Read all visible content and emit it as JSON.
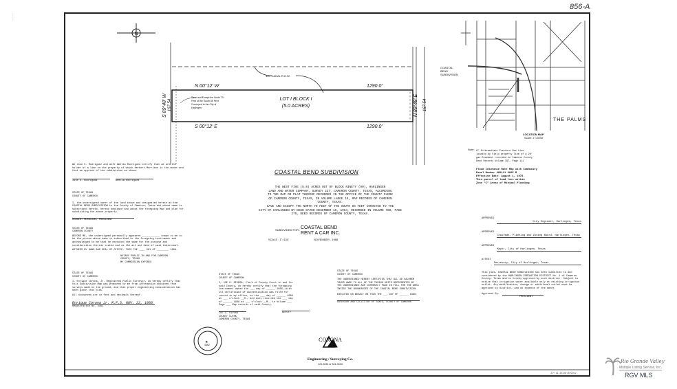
{
  "header": {
    "sheet_number": "856-A"
  },
  "plat": {
    "north_bearing": "N 00°12' W",
    "south_bearing": "S 00°12' E",
    "north_distance": "1290.0'",
    "south_distance": "1290.0'",
    "west_bearing": "S 89°48' W",
    "west_distance": "167.54",
    "east_bearing": "N 89°48' E",
    "east_distance": "167.54",
    "lot_label": "LOT I   BLOCK I",
    "acres": "(5.0 ACRES)",
    "canal_label": "120' CANAL R.O.W.",
    "save_except_note": "Save and Except the North 70 Feet of the South 85 Feet Conveyed to the City of Harlingen"
  },
  "subdivision": {
    "title": "COASTAL BEND SUBDIVISION",
    "description": [
      "THE WEST FIVE (5.0) ACRES OUT OF BLOCK NINETY (90), HARLINGEN",
      "LAND AND WATER COMPANY, SURVEY 227, CAMERON COUNTY, TEXAS, ACCORDING",
      "TO THE MAP OR PLAT THEREOF RECORDED IN THE OFFICE OF THE COUNTY CLERK",
      "OF CAMERON COUNTY, TEXAS, IN VOLUME LARGE 15, MAP RECORDS OF CAMERON",
      "COUNTY, TEXAS.",
      "SAVE AND EXCEPT THE NORTH 70 FEET OF THE SOUTH 85 FEET CONVEYED TO THE",
      "CITY OF HARLINGEN BY DEED DATED DECEMBER 16, 1964, RECORDED IN VOLUME 780, PAGE",
      "275, DEED RECORDS OF CAMERON COUNTY, TEXAS."
    ],
    "subdivided_for_label": "SUBDIVIDED FOR :",
    "subdivided_for": "COASTAL BEND",
    "subdivided_for_2": "RENT A CAR INC.",
    "scale": "SCALE : 1\"=100'",
    "date": "NOVEMBER , 1988"
  },
  "location_map": {
    "title": "LOCATION MAP",
    "scale": "Scale: 1\"=2000'",
    "pointer_label": "COASTAL BEND SUBDIVISION",
    "place_label": "THE PALMS"
  },
  "notes": {
    "label": "Note:",
    "gas_line": "8\" Intermediate Pressure Gas Line located by Field property line of a 20' gas Easement recorded in Cameron County Deed Records Volume 397, Page 111",
    "flood": [
      "Flood Insurance Rate Map with Community",
      "Panel Number 480111 0005 B",
      "Effective Date: August 1, 1978",
      "This parcel of land lies within",
      "Zone \"C\" Areas of Minimal Flooding"
    ]
  },
  "approvals": [
    {
      "label": "APPROVED",
      "title": "City Engineer, Harlingen, Texas"
    },
    {
      "label": "APPROVED",
      "title": "Chairman, Planning and Zoning Board, Harlingen, Texas"
    },
    {
      "label": "APPROVED",
      "title": "Mayor, City of Harlingen, Texas"
    },
    {
      "label": "ATTEST",
      "title": "Secretary, City of Harlingen, Texas"
    }
  ],
  "irrigation": {
    "text": "This plat, COASTAL BEND SUBDIVISION has been submitted to and considered by the HARLINGEN IRRIGATION DISTRICT No. 1 of Cameron County, Texas and is hereby approved by such district. Subject to notice that irrigation water available only at existing irrigation outlet. Any modification, change or additional outlet must be approved by district, and at expense of the owner.",
    "approved_by": "Approved By:",
    "signer_title": "PRESIDENT"
  },
  "left_blocks": {
    "lienholder": "We Jose S. Rodriguez and wife Amelia Rodriguez certify that we are the holder of a lien on the property of which Herbert Morrison is the owner and that we approve of the subdivision as shown.",
    "lien_sig_1": "Jose S. Rodriguez",
    "lien_sig_2": "Amelia Rodriguez",
    "state1": "STATE OF TEXAS",
    "county1": "COUNTY OF CAMERON",
    "owner": "I, the undersigned owner of the land shown and designated herein as the COASTAL BEND SUBDIVISION to the County of Cameron, Texas and whose name is subscribed hereto, hereby dedicate and adopt the foregoing Map and plan for subdividing the above property.",
    "owner_sig": "HERBERT MORRISON,   PRESIDENT",
    "state2": "STATE OF TEXAS",
    "county2": "CAMERON COUNTY",
    "notary": "BEFORE ME, the undersigned personally appeared ____________ known to me to be the person whose name is subscribed to the foregoing instrument and acknowledged to me that he executed the same for the purpose and consideration therein stated and as the act and deed of said individual.",
    "notary_witness": "WITNESS MY HAND AND SEAL OF OFFICE, THIS THE ____ DAY OF ________ 1988.",
    "notary_public": "NOTARY PUBLIC IN AND FOR CAMERON COUNTY, TEXAS",
    "commission": "MY COMMISSION EXPIRES",
    "state3": "STATE OF TEXAS",
    "county3": "COUNTY OF CAMERON",
    "surveyor": "I, Enrique Corona, Jr. Registered Public Surveyor, do hereby certify that this Subdivision Map was prepared by me from information obtained from surveys made on the ground, and that proper engineering consideration has been given this plat.",
    "distances_note": "All distances are in feet and decimals thereof.",
    "surveyor_sig": "Enrique Corona Jr. R.P.S.   NOV. 22, 1988",
    "registration": "Registration No. 4462",
    "seal_number": "4462"
  },
  "clerk": {
    "state": "STATE OF TEXAS",
    "county": "COUNTY OF CAMERON",
    "text": "I, JOE G. RIVERA, Clerk of County Court in and for said County, do hereby certify that the foregoing instrument dated the ___ day of ______ 1988, with its certificate of authentication was filed for record in my office, on the ___ day of ______ 1988 at ___ o'clock __M., and duly recorded the ___ day of ______ 1988 at ___ o'clock __M., in Volume ___ Page ___ Map records of said County.",
    "name": "JOE G. RIVERA",
    "title": "COUNTY CLERK",
    "county_line": "CAMERON COUNTY, TEXAS",
    "deputy": "DEPUTY"
  },
  "tax": {
    "state": "STATE OF TEXAS",
    "county": "COUNTY OF CAMERON",
    "text": "THE UNDERSIGNED HEREBY CERTIFIES THAT ALL AD VALOREM TAXES OWED TO ALL OF THE TAXING UNITS REPRESENTED BY THE UNDERSIGNED ARE CURRENTLY PAID IN FULL FOR THE AREA INSIDE THE BOUNDARIES OF THE COASTAL BEND SUBDIVISION",
    "signed": "EXECUTED ON BEHALF ON THIS THE ___ DAY OF ______ 1988.",
    "title": "ASSESSOR AND COLLECTOR OF TAXES, COUNTY OF CAMERON"
  },
  "firm": {
    "name": "CORONA",
    "subtitle": "Engineering / Surveying Co.",
    "phones": "421-3032  or  541-3033"
  },
  "footer_initials": "J.P. 11-16-88 Review",
  "watermark": {
    "line1": "Rio Grande Valley",
    "line2": "Multiple Listing Service, Inc.",
    "line3": "RGV MLS"
  }
}
